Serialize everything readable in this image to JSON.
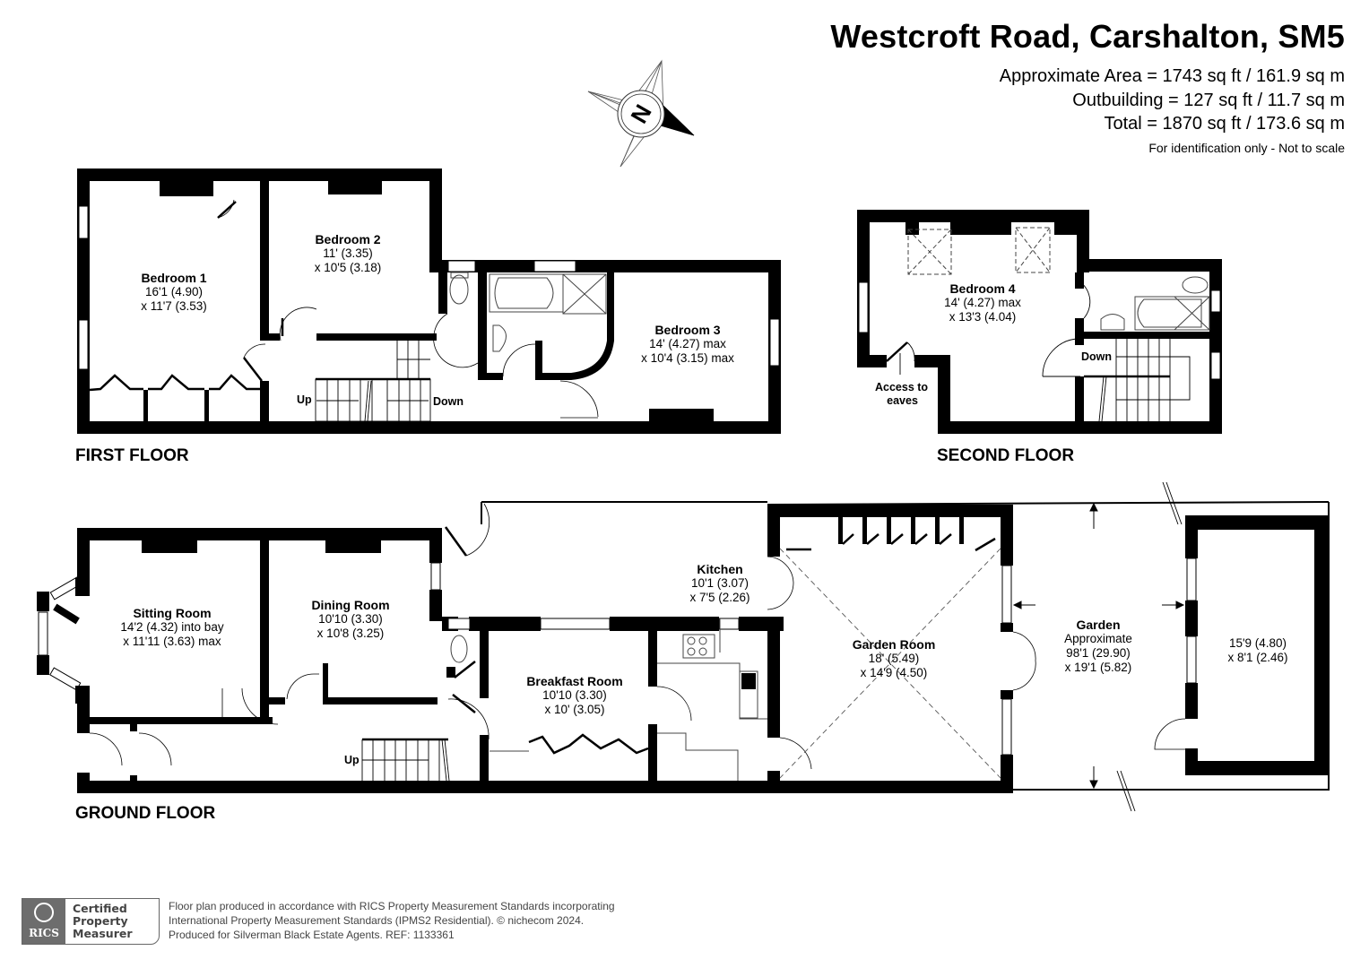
{
  "header": {
    "title": "Westcroft Road, Carshalton, SM5",
    "approximate_area": "Approximate Area = 1743 sq ft / 161.9 sq m",
    "outbuilding": "Outbuilding = 127 sq ft / 11.7 sq m",
    "total": "Total = 1870 sq ft / 173.6 sq m",
    "disclaimer": "For identification only - Not to scale"
  },
  "compass": {
    "label": "N",
    "icon": "compass-rose-icon"
  },
  "floors": {
    "first": {
      "label": "FIRST FLOOR",
      "rooms": [
        {
          "name": "Bedroom 1",
          "dim1": "16'1 (4.90)",
          "dim2": "x 11'7 (3.53)"
        },
        {
          "name": "Bedroom 2",
          "dim1": "11' (3.35)",
          "dim2": "x 10'5 (3.18)"
        },
        {
          "name": "Bedroom 3",
          "dim1": "14' (4.27) max",
          "dim2": "x 10'4 (3.15) max"
        }
      ],
      "stairs_up": "Up",
      "stairs_down": "Down"
    },
    "second": {
      "label": "SECOND FLOOR",
      "rooms": [
        {
          "name": "Bedroom 4",
          "dim1": "14' (4.27) max",
          "dim2": "x 13'3 (4.04)"
        }
      ],
      "eaves_line1": "Access to",
      "eaves_line2": "eaves",
      "stairs_down": "Down"
    },
    "ground": {
      "label": "GROUND FLOOR",
      "rooms": [
        {
          "name": "Sitting Room",
          "dim1": "14'2 (4.32) into bay",
          "dim2": "x 11'11 (3.63) max"
        },
        {
          "name": "Dining Room",
          "dim1": "10'10 (3.30)",
          "dim2": "x 10'8 (3.25)"
        },
        {
          "name": "Kitchen",
          "dim1": "10'1 (3.07)",
          "dim2": "x 7'5 (2.26)"
        },
        {
          "name": "Breakfast Room",
          "dim1": "10'10 (3.30)",
          "dim2": "x 10' (3.05)"
        },
        {
          "name": "Garden Room",
          "dim1": "18' (5.49)",
          "dim2": "x 14'9 (4.50)"
        },
        {
          "name": "Garden",
          "line2": "Approximate",
          "dim1": "98'1 (29.90)",
          "dim2": "x 19'1 (5.82)"
        }
      ],
      "outbuilding": {
        "dim1": "15'9 (4.80)",
        "dim2": "x 8'1 (2.46)"
      },
      "stairs_up": "Up"
    }
  },
  "footer": {
    "badge_logo": "RICS",
    "badge_line1": "Certified",
    "badge_line2": "Property",
    "badge_line3": "Measurer",
    "text_line1": "Floor plan produced in accordance with RICS Property Measurement Standards incorporating",
    "text_line2": "International Property Measurement Standards (IPMS2 Residential).   © nichecom 2024.",
    "text_line3": "Produced for Silverman Black Estate Agents.   REF: 1133361"
  },
  "colors": {
    "wall": "#000000",
    "background": "#ffffff",
    "fixture_line": "#555555",
    "footer_gray": "#6d6d6d"
  }
}
